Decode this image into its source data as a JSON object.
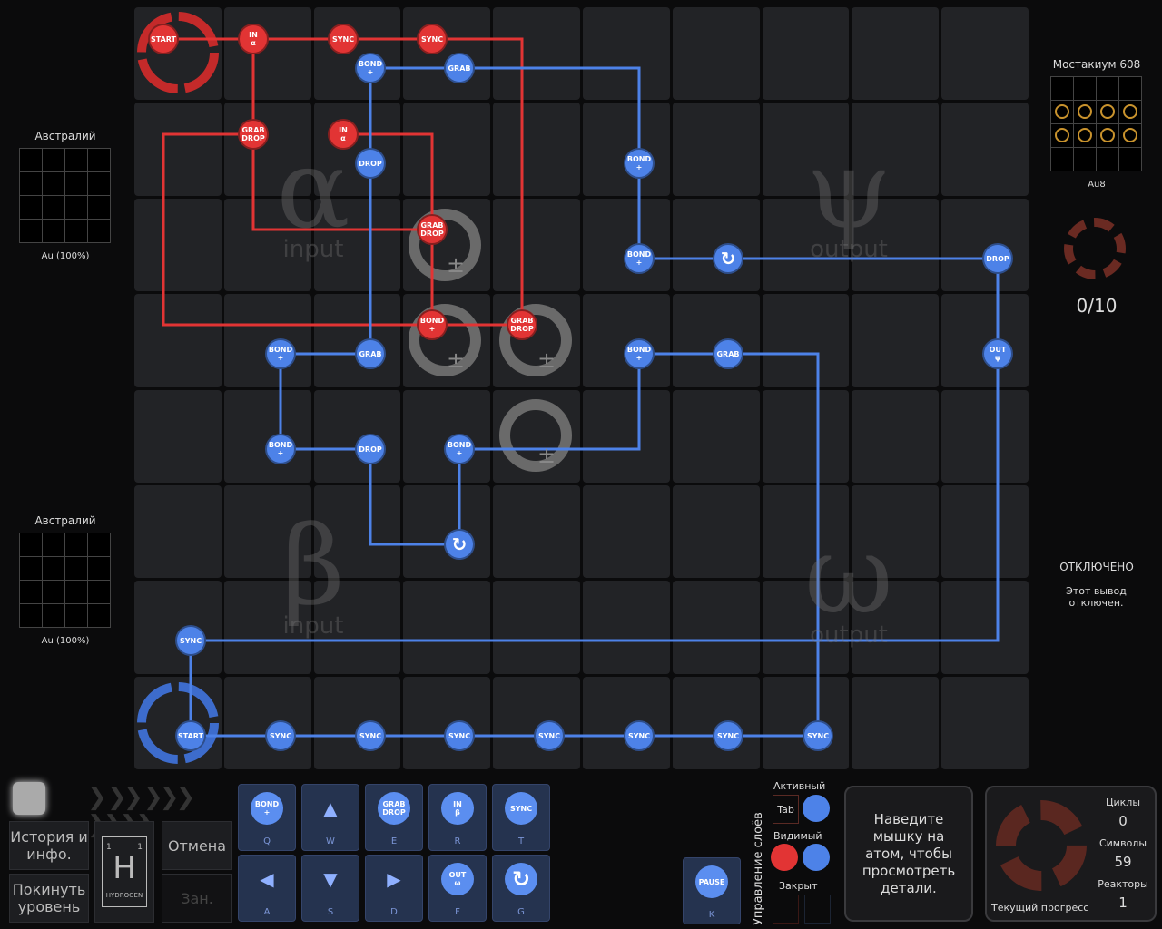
{
  "reactor": {
    "zones": {
      "alpha": {
        "glyph": "α",
        "label": "input"
      },
      "beta": {
        "glyph": "β",
        "label": "input"
      },
      "psi": {
        "glyph": "ψ",
        "label": "output"
      },
      "omega": {
        "glyph": "ω",
        "label": "output"
      }
    },
    "red_instructions": [
      "START",
      "IN\nα",
      "SYNC",
      "SYNC",
      "GRAB\nDROP",
      "IN\nα",
      "GRAB\nDROP",
      "BOND\n+",
      "GRAB\nDROP"
    ],
    "blue_instructions": [
      "BOND\n+",
      "GRAB",
      "DROP",
      "BOND\n+",
      "BOND\n+",
      "↻",
      "DROP",
      "BOND\n+",
      "GRAB",
      "BOND\n+",
      "GRAB",
      "OUT\nψ",
      "BOND\n+",
      "DROP",
      "BOND\n+",
      "↻",
      "SYNC",
      "START",
      "SYNC",
      "SYNC",
      "SYNC",
      "SYNC",
      "SYNC",
      "SYNC",
      "SYNC"
    ],
    "bonder_symbol": "±",
    "colors": {
      "red": "#e23434",
      "blue": "#4d82e8"
    }
  },
  "left": {
    "input_alpha": {
      "title": "Австралий",
      "caption": "Au (100%)"
    },
    "input_beta": {
      "title": "Австралий",
      "caption": "Au (100%)"
    }
  },
  "right": {
    "output_title": "Мостакиум 608",
    "output_formula": "Au8",
    "progress": "0/10",
    "disabled_title": "ОТКЛЮЧЕНО",
    "disabled_text": "Этот вывод отключен."
  },
  "bottom": {
    "history": "История и инфо.",
    "quit": "Покинуть уровень",
    "undo": "Отмена",
    "busy": "Зан.",
    "element": {
      "symbol": "H",
      "number": "1",
      "mass": "1",
      "name": "HYDROGEN"
    },
    "tools": [
      {
        "label": "BOND\n+",
        "key": "Q"
      },
      {
        "label": "▲",
        "key": "W"
      },
      {
        "label": "GRAB\nDROP",
        "key": "E"
      },
      {
        "label": "IN\nβ",
        "key": "R"
      },
      {
        "label": "SYNC",
        "key": "T"
      },
      {
        "label": "◀",
        "key": "A"
      },
      {
        "label": "▼",
        "key": "S"
      },
      {
        "label": "▶",
        "key": "D"
      },
      {
        "label": "OUT\nω",
        "key": "F"
      },
      {
        "label": "↻",
        "key": "G"
      }
    ],
    "pause": {
      "label": "PAUSE",
      "key": "K"
    },
    "layers": {
      "title": "Управление слоёв",
      "active": "Активный",
      "tab": "Tab",
      "visible": "Видимый",
      "locked": "Закрыт"
    },
    "hint": "Наведите мышку на атом, чтобы просмотреть детали.",
    "stats": {
      "cycles_label": "Циклы",
      "cycles": "0",
      "symbols_label": "Символы",
      "symbols": "59",
      "reactors_label": "Реакторы",
      "reactors": "1",
      "progress_label": "Текущий прогресс"
    }
  }
}
